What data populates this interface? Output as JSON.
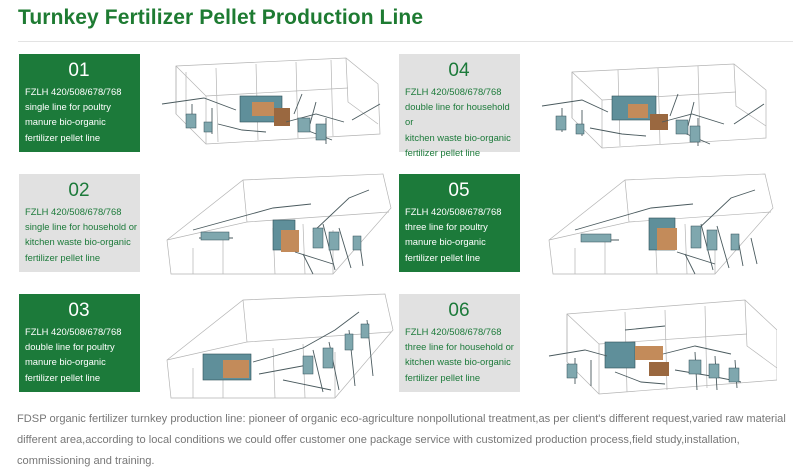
{
  "page": {
    "title": "Turnkey Fertilizer Pellet Production Line",
    "footer": "FDSP organic fertilizer turnkey production line: pioneer of organic eco-agriculture nonpollutional treatment,as per client's different request,varied raw material different area,according to local conditions we could offer customer one package service with customized production process,field study,installation, commissioning and training."
  },
  "colors": {
    "green": "#1c7a3a",
    "grey": "#e1e1e1",
    "text_grey": "#777777"
  },
  "lines": [
    {
      "num": "01",
      "desc": "FZLH 420/508/678/768\nsingle line for poultry\nmanure bio-organic\nfertilizer pellet line",
      "style": "green"
    },
    {
      "num": "02",
      "desc": "FZLH 420/508/678/768\nsingle line for household or\nkitchen waste bio-organic\nfertilizer pellet line",
      "style": "grey"
    },
    {
      "num": "03",
      "desc": "FZLH 420/508/678/768\ndouble line for poultry\nmanure bio-organic\nfertilizer pellet line",
      "style": "green"
    },
    {
      "num": "04",
      "desc": "FZLH 420/508/678/768\ndouble line for household or\nkitchen waste bio-organic\nfertilizer pellet line",
      "style": "grey"
    },
    {
      "num": "05",
      "desc": "FZLH 420/508/678/768\nthree line for poultry\nmanure bio-organic\nfertilizer pellet line",
      "style": "green"
    },
    {
      "num": "06",
      "desc": "FZLH 420/508/678/768\nthree line for household or\nkitchen waste bio-organic\nfertilizer pellet line",
      "style": "grey"
    }
  ]
}
